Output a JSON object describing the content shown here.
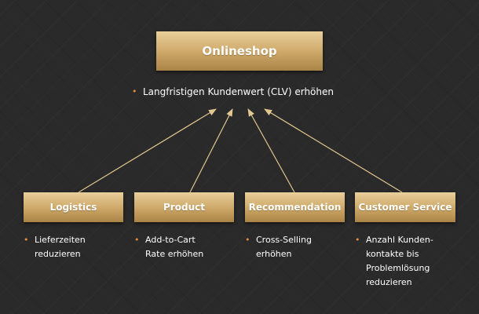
{
  "root": {
    "title": "Onlineshop",
    "goal": "Langfristigen Kundenwert (CLV) erhöhen"
  },
  "nodes": [
    {
      "id": "logistics",
      "label": "Logistics",
      "bullet_lines": [
        "Lieferzeiten",
        "reduzieren"
      ]
    },
    {
      "id": "product",
      "label": "Product",
      "bullet_lines": [
        "Add-to-Cart",
        "Rate erhöhen"
      ]
    },
    {
      "id": "recommendation",
      "label": "Recommendation",
      "bullet_lines": [
        "Cross-Selling",
        "erhöhen"
      ]
    },
    {
      "id": "customer-service",
      "label": "Customer Service",
      "bullet_lines": [
        "Anzahl Kunden-",
        "kontakte bis",
        "Problemlösung",
        "reduzieren"
      ]
    }
  ],
  "colors": {
    "background": "#2a2a2a",
    "box_gold": "#cfaa6b",
    "arrow": "#e2c890",
    "bullet": "#e58a3c",
    "text": "#ffffff"
  }
}
